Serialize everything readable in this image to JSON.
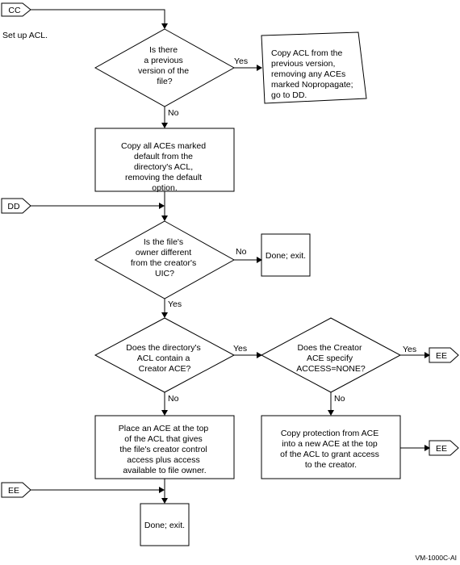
{
  "connectors": {
    "cc": "CC",
    "dd_in": "DD",
    "ee_in": "EE",
    "ee_out_top": "EE",
    "ee_out_bottom": "EE"
  },
  "note": "Set up ACL.",
  "decisions": {
    "previous_version": [
      "Is there",
      "a previous",
      "version of the",
      "file?"
    ],
    "owner_different": [
      "Is the file's",
      "owner different",
      "from the creator's",
      "UIC?"
    ],
    "directory_acl": [
      "Does the directory's",
      "ACL contain a",
      "Creator ACE?"
    ],
    "creator_access": [
      "Does the Creator",
      "ACE specify",
      "ACCESS=NONE?"
    ]
  },
  "processes": {
    "copy_from_previous": [
      "Copy ACL from the",
      "previous version,",
      "removing any ACEs",
      "marked Nopropagate;",
      "go to DD."
    ],
    "copy_default_aces": [
      "Copy all ACEs marked",
      "default from the",
      "directory's ACL,",
      "removing the default",
      "option."
    ],
    "done_exit_1": [
      "Done; exit."
    ],
    "place_ace": [
      "Place an ACE at the top",
      "of the ACL that gives",
      "the file's creator control",
      "access plus access",
      "available to file owner."
    ],
    "copy_protection": [
      "Copy protection from ACE",
      "into a new ACE at the top",
      "of the ACL to grant access",
      "to the creator."
    ],
    "done_exit_2": [
      "Done; exit."
    ]
  },
  "labels": {
    "yes": "Yes",
    "no": "No"
  },
  "figure_id": "VM-1000C-AI"
}
